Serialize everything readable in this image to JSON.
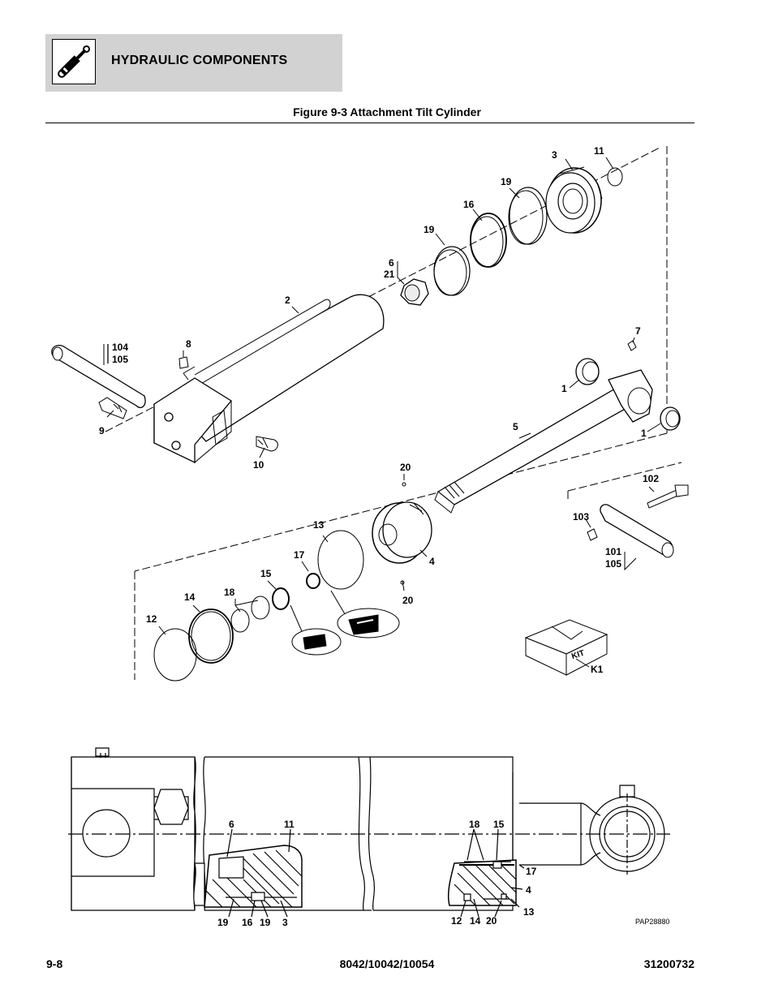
{
  "header": {
    "section_title": "HYDRAULIC COMPONENTS",
    "icon": "hydraulic-cylinder-icon"
  },
  "figure": {
    "title": "Figure 9-3 Attachment Tilt Cylinder",
    "drawing_code": "PAP28880"
  },
  "callouts": {
    "c3": "3",
    "c11": "11",
    "c19a": "19",
    "c16": "16",
    "c19b": "19",
    "c6": "6",
    "c21": "21",
    "c2": "2",
    "c104": "104",
    "c105a": "105",
    "c8": "8",
    "c9": "9",
    "c10": "10",
    "c7": "7",
    "c1a": "1",
    "c1b": "1",
    "c5": "5",
    "c20a": "20",
    "c4": "4",
    "c20b": "20",
    "c102": "102",
    "c103": "103",
    "c101": "101",
    "c105b": "105",
    "c13": "13",
    "c17": "17",
    "c15": "15",
    "c18": "18",
    "c14": "14",
    "c12": "12",
    "kit_label": "KIT",
    "k1": "K1"
  },
  "section_callouts": {
    "s6": "6",
    "s11": "11",
    "s18": "18",
    "s15": "15",
    "s17": "17",
    "s4": "4",
    "s13": "13",
    "s19a": "19",
    "s16": "16",
    "s19b": "19",
    "s3": "3",
    "s12": "12",
    "s14": "14",
    "s20": "20"
  },
  "footer": {
    "page": "9-8",
    "models": "8042/10042/10054",
    "doc_number": "31200732"
  }
}
